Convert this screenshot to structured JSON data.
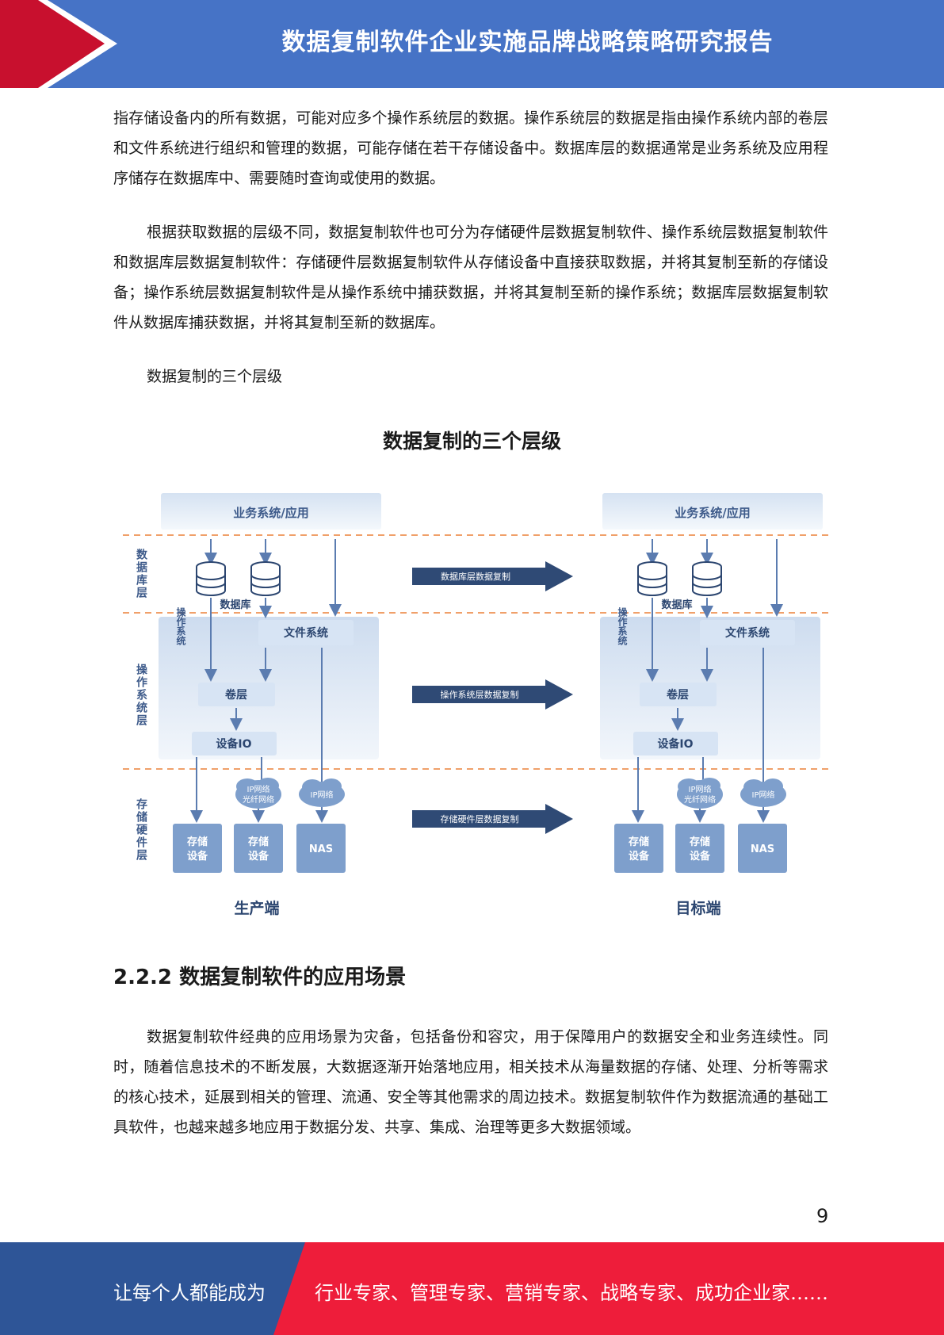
{
  "header": {
    "title": "数据复制软件企业实施品牌战略策略研究报告"
  },
  "body": {
    "p1": "指存储设备内的所有数据，可能对应多个操作系统层的数据。操作系统层的数据是指由操作系统内部的卷层和文件系统进行组织和管理的数据，可能存储在若干存储设备中。数据库层的数据通常是业务系统及应用程序储存在数据库中、需要随时查询或使用的数据。",
    "p2": "根据获取数据的层级不同，数据复制软件也可分为存储硬件层数据复制软件、操作系统层数据复制软件和数据库层数据复制软件：存储硬件层数据复制软件从存储设备中直接获取数据，并将其复制至新的存储设备；操作系统层数据复制软件是从操作系统中捕获数据，并将其复制至新的操作系统；数据库层数据复制软件从数据库捕获数据，并将其复制至新的数据库。",
    "p3": "数据复制的三个层级"
  },
  "figure": {
    "title": "数据复制的三个层级",
    "layers": {
      "database": "数据库层",
      "os": "操作系统层",
      "storage": "存储硬件层"
    },
    "arrows": {
      "database": "数据库层数据复制",
      "os": "操作系统层数据复制",
      "storage": "存储硬件层数据复制"
    },
    "side": {
      "app": "业务系统/应用",
      "db": "数据库",
      "os_label": "操作系统",
      "fs": "文件系统",
      "volume": "卷层",
      "io": "设备IO",
      "net1_line1": "IP网络",
      "net1_line2": "光纤网络",
      "net2": "IP网络",
      "storage1_line1": "存储",
      "storage1_line2": "设备",
      "storage2_line1": "存储",
      "storage2_line2": "设备",
      "nas": "NAS"
    },
    "left_caption": "生产端",
    "right_caption": "目标端"
  },
  "section": {
    "heading": "2.2.2 数据复制软件的应用场景",
    "p1": "数据复制软件经典的应用场景为灾备，包括备份和容灾，用于保障用户的数据安全和业务连续性。同时，随着信息技术的不断发展，大数据逐渐开始落地应用，相关技术从海量数据的存储、处理、分析等需求的核心技术，延展到相关的管理、流通、安全等其他需求的周边技术。数据复制软件作为数据流通的基础工具软件，也越来越多地应用于数据分发、共享、集成、治理等更多大数据领域。"
  },
  "page_number": "9",
  "footer": {
    "left": "让每个人都能成为",
    "right": "行业专家、管理专家、营销专家、战略专家、成功企业家……"
  },
  "colors": {
    "header_blue": "#4673c6",
    "accent_red": "#c8102e",
    "footer_blue": "#2e5597",
    "footer_red": "#ee1d3a",
    "diagram_blue": "#5b7cb0"
  }
}
